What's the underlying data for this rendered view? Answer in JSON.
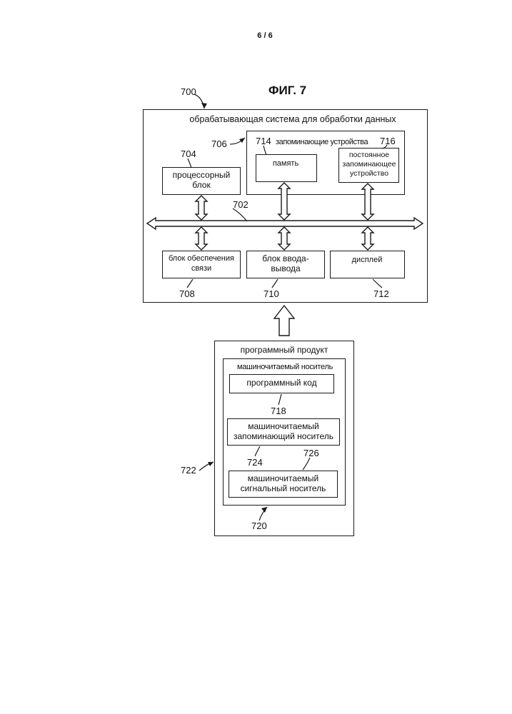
{
  "header": {
    "page_number": "6 / 6",
    "figure_title": "ФИГ. 7"
  },
  "system": {
    "ref": "700",
    "title": "обрабатывающая система для обработки данных",
    "processor": {
      "ref": "704",
      "label": "процессорный блок"
    },
    "storage": {
      "ref": "706",
      "title": "запоминающие устройства",
      "memory": {
        "ref": "714",
        "label": "память"
      },
      "persistent": {
        "ref": "716",
        "label": "постоянное запоминающее устройство"
      }
    },
    "bus": {
      "ref": "702"
    },
    "comms": {
      "ref": "708",
      "label": "блок обеспечения связи"
    },
    "io": {
      "ref": "710",
      "label": "блок ввода-вывода"
    },
    "display": {
      "ref": "712",
      "label": "дисплей"
    }
  },
  "product": {
    "ref": "722",
    "title": "программный продукт",
    "medium": {
      "ref": "720",
      "title": "машиночитаемый носитель",
      "code": {
        "ref": "718",
        "label": "программный код"
      },
      "storage_medium": {
        "ref": "724",
        "label": "машиночитаемый запоминающий носитель"
      },
      "signal_medium": {
        "ref": "726",
        "label": "машиночитаемый сигнальный носитель"
      }
    }
  }
}
